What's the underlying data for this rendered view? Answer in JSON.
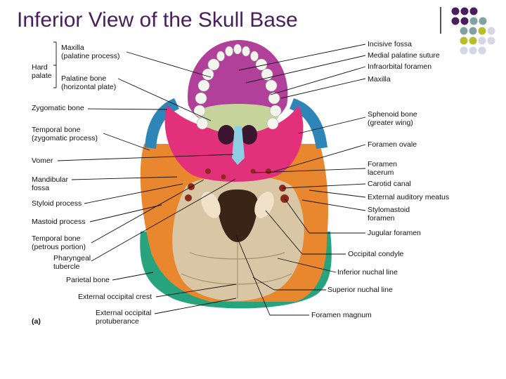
{
  "title": "Inferior View of the Skull Base",
  "decor": {
    "dot_colors": [
      "#4a1d5c",
      "#7fa3a3",
      "#b9bd2c",
      "#d6d6e4"
    ]
  },
  "labels_left": {
    "maxilla": [
      "Maxilla",
      "(palatine process)"
    ],
    "hard_palate": [
      "Hard",
      "palate"
    ],
    "palatine_bone": [
      "Palatine bone",
      "(horizontal plate)"
    ],
    "zygomatic_bone": "Zygomatic bone",
    "temporal_zyg": [
      "Temporal bone",
      "(zygomatic process)"
    ],
    "vomer": "Vomer",
    "mandibular_fossa": [
      "Mandibular",
      "fossa"
    ],
    "styloid": "Styloid process",
    "mastoid": "Mastoid process",
    "temporal_pet": [
      "Temporal bone",
      "(petrous portion)"
    ],
    "pharyngeal": [
      "Pharyngeal",
      "tubercle"
    ],
    "parietal": "Parietal bone",
    "ext_occ_crest": "External occipital crest",
    "ext_occ_prot": [
      "External occipital",
      "protuberance"
    ],
    "panel": "(a)"
  },
  "labels_right": {
    "incisive": "Incisive fossa",
    "medial_palatine": "Medial palatine suture",
    "infraorbital": "Infraorbital foramen",
    "maxilla": "Maxilla",
    "sphenoid": [
      "Sphenoid bone",
      "(greater wing)"
    ],
    "ovale": "Foramen ovale",
    "lacerum": [
      "Foramen",
      "lacerum"
    ],
    "carotid": "Carotid canal",
    "ext_auditory": "External auditory meatus",
    "stylomastoid": [
      "Stylomastoid",
      "foramen"
    ],
    "jugular": "Jugular foramen",
    "condyle": "Occipital condyle",
    "inf_nuchal": "Inferior nuchal line",
    "sup_nuchal": "Superior nuchal line",
    "magnum": "Foramen magnum"
  },
  "colors": {
    "maxilla": "#b0409a",
    "palatine": "#c6d39a",
    "zygomatic": "#2e86b8",
    "sphenoid": "#e3307a",
    "temporal": "#e8872e",
    "occipital": "#d9c6a5",
    "parietal": "#27a37d",
    "vomer": "#8fcfe6"
  }
}
